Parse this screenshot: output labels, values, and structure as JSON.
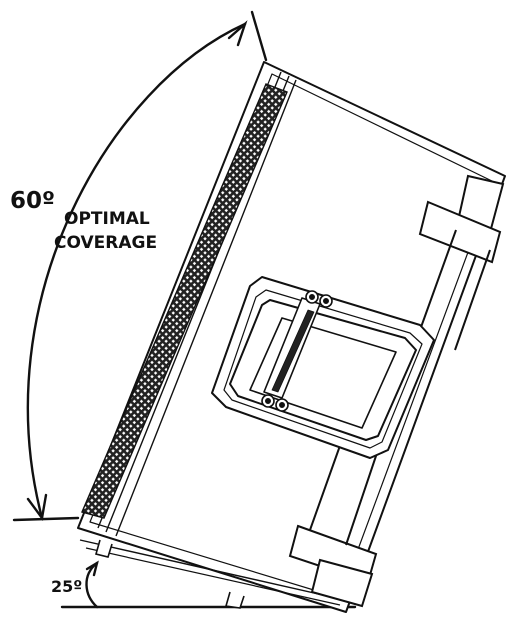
{
  "labels": {
    "angle_coverage": "60º",
    "coverage_line1": "OPTIMAL",
    "coverage_line2": "COVERAGE",
    "angle_tilt": "25º"
  },
  "colors": {
    "line": "#111111",
    "background": "#ffffff",
    "grille": "#222222"
  }
}
